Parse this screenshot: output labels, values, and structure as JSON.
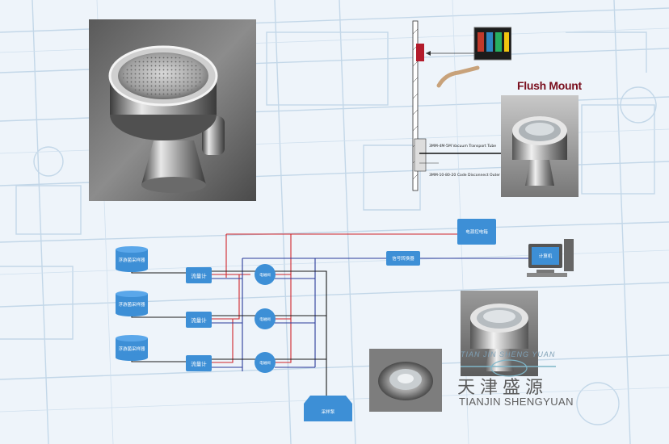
{
  "photos": {
    "main": "sampling-head-photo",
    "flush": "flush-mount-photo",
    "small1": "small-sampling-head-photo",
    "small2": "installed-head-photo"
  },
  "wall_diagram": {
    "flush_mount_label": "Flush Mount",
    "tube_label_1": "3MM-4M-5M Vacuum Transport Tube",
    "tube_label_2": "3MM-10-80-20 Code Disconnect Outer"
  },
  "flow": {
    "sensors": [
      "浮游菌采样器",
      "浮游菌采样器",
      "浮游菌采样器"
    ],
    "flowmeters": [
      "流量计",
      "流量计",
      "流量计"
    ],
    "valves": [
      "电磁阀",
      "电磁阀",
      "电磁阀"
    ],
    "power_box": "电源控电箱",
    "signal_converter": "信号转换器",
    "computer": "计算机",
    "pump": "采样泵"
  },
  "logo": {
    "cn": "天津盛源",
    "en": "TIANJIN SHENGYUAN",
    "watermark": "TIAN JIN  SHENG YUAN"
  },
  "colors": {
    "box_fill": "#3d8fd6",
    "red_line": "#d0242a",
    "blue_line": "#2b3a9a",
    "black_line": "#1a1a1a",
    "grid_line": "#b8d0e4"
  }
}
